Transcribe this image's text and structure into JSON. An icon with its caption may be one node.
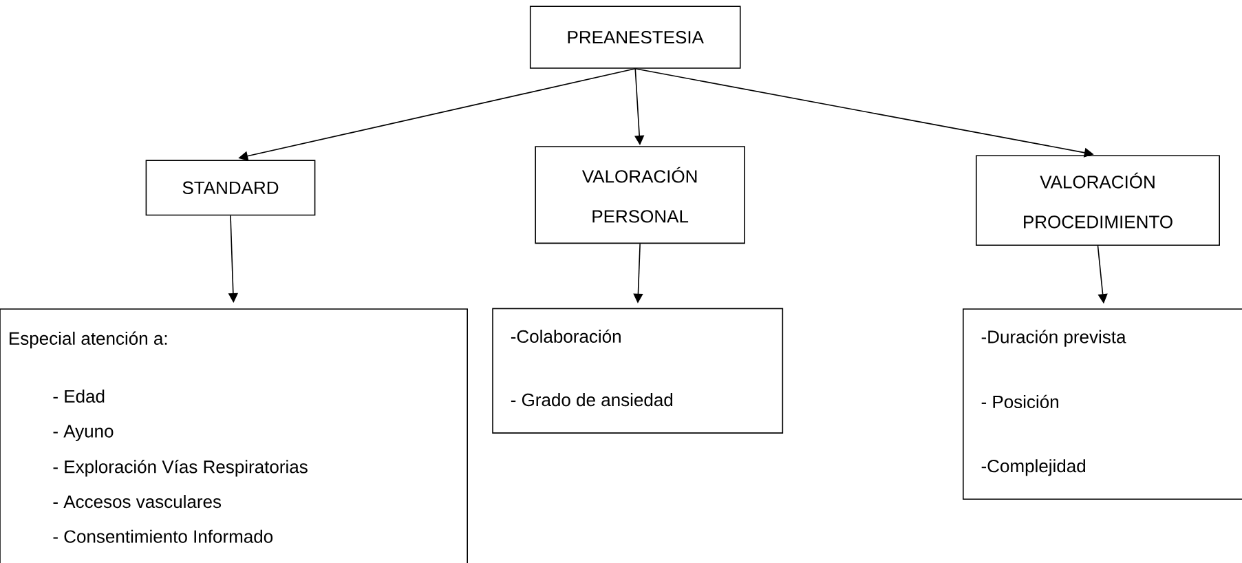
{
  "diagram": {
    "nodes": [
      {
        "text": [
          "PREANESTESIA"
        ]
      },
      {
        "text": [
          "STANDARD"
        ]
      },
      {
        "text": [
          "VALORACIÓN PERSONAL"
        ]
      },
      {
        "text": [
          "VALORACIÓN PROCEDIMIENTO"
        ]
      },
      {
        "text": [
          "Especial atención a:",
          "- Edad",
          "- Ayuno",
          "- Exploración Vías Respiratorias",
          "- Accesos vasculares",
          "- Consentimiento Informado"
        ]
      },
      {
        "text": [
          "-Colaboración",
          "- Grado de ansiedad"
        ]
      },
      {
        "text": [
          "-Duración prevista",
          "- Posición",
          "-Complejidad"
        ]
      }
    ],
    "edges": [
      {
        "from": 0,
        "to": 1,
        "arrow": "to"
      },
      {
        "from": 0,
        "to": 2,
        "arrow": "to"
      },
      {
        "from": 0,
        "to": 3,
        "arrow": "to"
      },
      {
        "from": 1,
        "to": 4,
        "arrow": "to"
      },
      {
        "from": 2,
        "to": 5,
        "arrow": "to"
      },
      {
        "from": 3,
        "to": 6,
        "arrow": "to"
      }
    ]
  }
}
